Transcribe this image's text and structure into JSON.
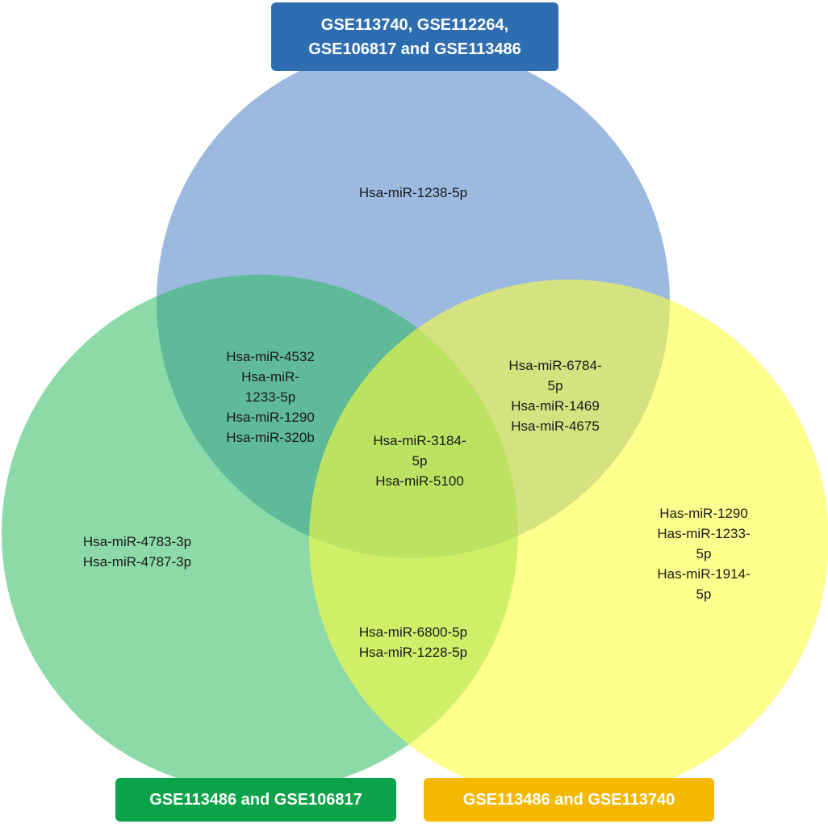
{
  "sets": {
    "top": {
      "label_lines": [
        "GSE113740, GSE112264,",
        "GSE106817 and GSE113486"
      ],
      "box_color": "#2e6db0",
      "circle_color": "#4a7fc4"
    },
    "left": {
      "label_lines": [
        "GSE113486 and GSE106817"
      ],
      "box_color": "#0aa34a",
      "circle_color": "#2ebc5f"
    },
    "right": {
      "label_lines": [
        "GSE113486 and GSE113740"
      ],
      "box_color": "#f5b800",
      "circle_color": "#ffff3a"
    }
  },
  "regions": {
    "top_only": [
      "Hsa-miR-1238-5p"
    ],
    "top_left": [
      "Hsa-miR-4532",
      "Hsa-miR-",
      "1233-5p",
      "Hsa-miR-1290",
      "Hsa-miR-320b"
    ],
    "top_right": [
      "Hsa-miR-6784-",
      "5p",
      "Hsa-miR-1469",
      "Hsa-miR-4675"
    ],
    "all_three": [
      "Hsa-miR-3184-",
      "5p",
      "Hsa-miR-5100"
    ],
    "left_only": [
      "Hsa-miR-4783-3p",
      "Hsa-miR-4787-3p"
    ],
    "right_only": [
      "Has-miR-1290",
      "Has-miR-1233-",
      "5p",
      "Has-miR-1914-",
      "5p"
    ],
    "left_right": [
      "Hsa-miR-6800-5p",
      "Hsa-miR-1228-5p"
    ]
  }
}
